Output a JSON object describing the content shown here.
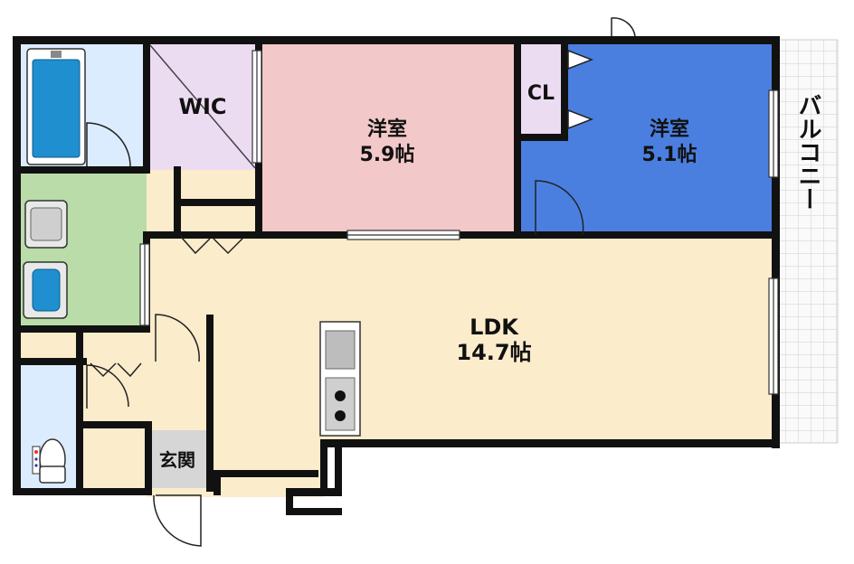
{
  "rooms": {
    "wic": {
      "label": "WIC",
      "color": "#ecdcf2"
    },
    "western1": {
      "label": "洋室",
      "size": "5.9帖",
      "color": "#f2c8c8"
    },
    "closet": {
      "label": "CL",
      "color": "#ecdcf2"
    },
    "western2": {
      "label": "洋室",
      "size": "5.1帖",
      "color": "#4a7fe0"
    },
    "ldk": {
      "label": "LDK",
      "size": "14.7帖",
      "color": "#fbeccb"
    },
    "entrance": {
      "label": "玄関",
      "color": "#d6d6d6"
    },
    "balcony": {
      "label": "バルコニー"
    },
    "bathroom": {
      "color": "#dcecff"
    },
    "washroom": {
      "color": "#b9dca8"
    },
    "toilet": {
      "color": "#dcecff"
    }
  },
  "colors": {
    "wall": "#111111",
    "hall": "#fbeccb"
  }
}
